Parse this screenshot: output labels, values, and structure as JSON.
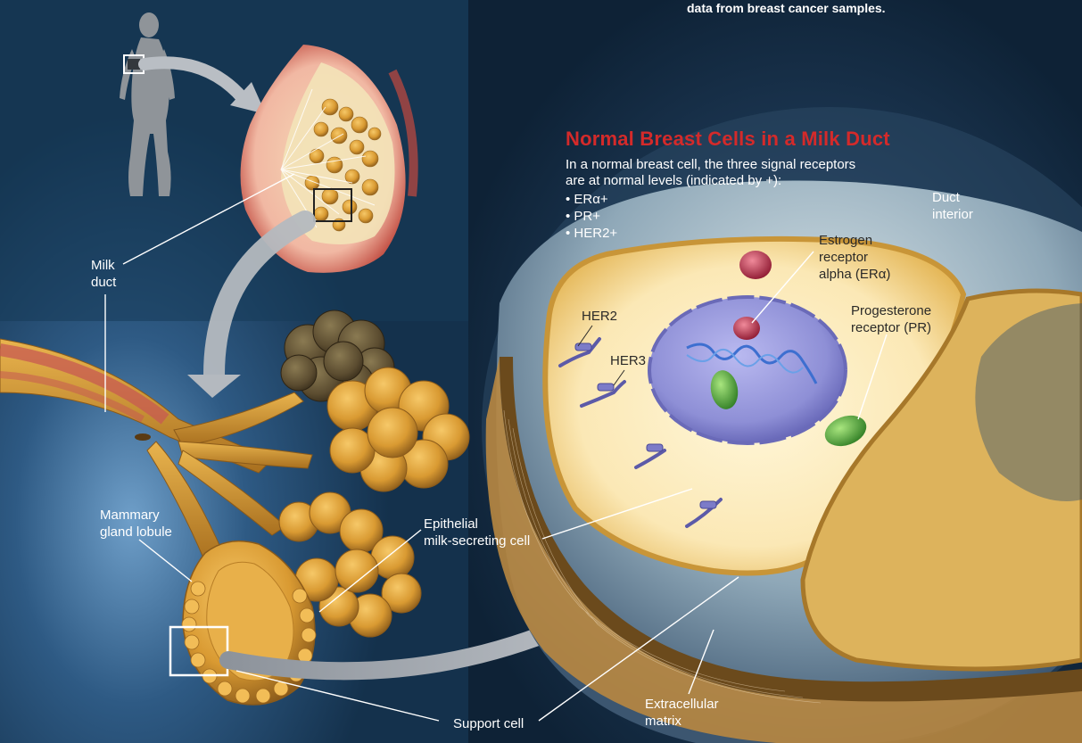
{
  "header": {
    "caption": "data from breast cancer samples."
  },
  "panel": {
    "title": "Normal Breast Cells in a Milk Duct",
    "intro": "In a normal breast cell, the three signal receptors\nare at normal levels (indicated by +):",
    "receptors": [
      "ERα+",
      "PR+",
      "HER2+"
    ]
  },
  "labels": {
    "milk_duct": "Milk\nduct",
    "mammary_lobule": "Mammary\ngland lobule",
    "epithelial_cell": "Epithelial\nmilk-secreting cell",
    "support_cell": "Support cell",
    "extracellular_matrix": "Extracellular\nmatrix",
    "duct_interior": "Duct\ninterior",
    "estrogen_receptor": "Estrogen\nreceptor\nalpha (ERα)",
    "progesterone_receptor": "Progesterone\nreceptor (PR)",
    "her2": "HER2",
    "her3": "HER3"
  },
  "colors": {
    "title_red": "#d42a2a",
    "background_navy": "#0f2a40",
    "tissue_gold": "#d9a640",
    "cytoplasm_cream": "#fbeec2",
    "nucleus_purple": "#8e8fd6",
    "pr_green": "#4eae3a",
    "er_red": "#c8344b",
    "receptor_violet": "#5c5aa8"
  }
}
